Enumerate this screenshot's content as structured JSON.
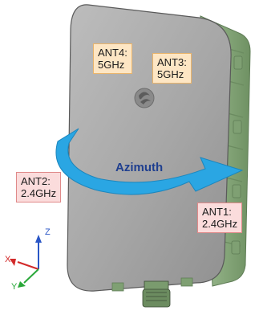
{
  "labels": {
    "ant4": {
      "line1": "ANT4:",
      "line2": "5GHz"
    },
    "ant3": {
      "line1": "ANT3:",
      "line2": "5GHz"
    },
    "ant2": {
      "line1": "ANT2:",
      "line2": "2.4GHz"
    },
    "ant1": {
      "line1": "ANT1:",
      "line2": "2.4GHz"
    },
    "azimuth": "Azimuth"
  },
  "axes": {
    "z": "Z",
    "x": "X",
    "y": "Y"
  },
  "colors": {
    "device_face": "#a8a8a8",
    "device_side": "#8fae84",
    "arrow_fill": "#2aa6e3",
    "azimuth_text": "#1f3f8f",
    "label_5ghz_fill": "#fde6c4",
    "label_5ghz_border": "#e9b46b",
    "label_2g_fill": "#fbdcdc",
    "label_2g_border": "#e08a8a",
    "axis_z": "#2a56c6",
    "axis_x": "#d22a2a",
    "axis_y": "#2aa83a"
  },
  "icons": {
    "device": "outdoor-access-point",
    "logo": "logo-swirl-icon"
  }
}
